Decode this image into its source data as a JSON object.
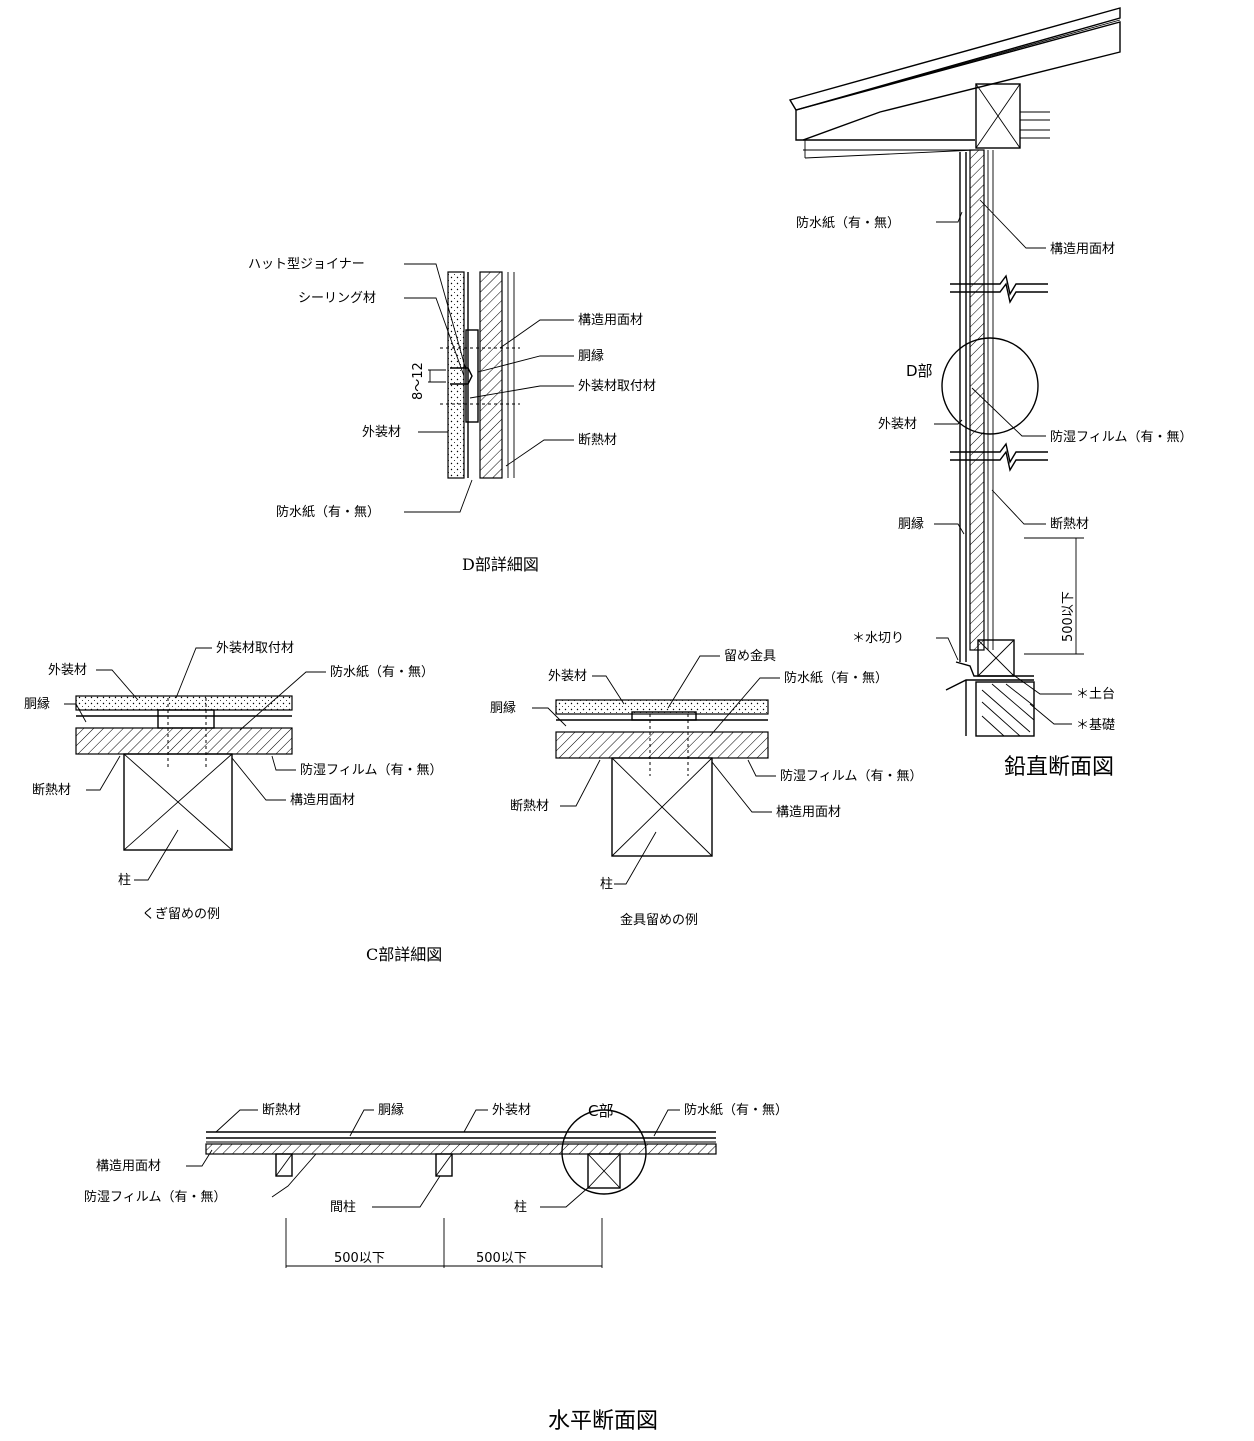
{
  "d_detail": {
    "labels": {
      "hat_joiner": "ハット型ジョイナー",
      "sealing": "シーリング材",
      "structural_panel": "構造用面材",
      "furring": "胴縁",
      "cladding_mount": "外装材取付材",
      "cladding": "外装材",
      "insulation": "断熱材",
      "waterproof_paper": "防水紙（有・無）",
      "gap_dim": "8～12"
    },
    "caption": "D部詳細図"
  },
  "vertical": {
    "labels": {
      "waterproof_paper": "防水紙（有・無）",
      "structural_panel": "構造用面材",
      "section_d": "D部",
      "cladding": "外装材",
      "vapor_film": "防湿フィルム（有・無）",
      "furring": "胴縁",
      "insulation": "断熱材",
      "spacing": "500以下",
      "flashing": "＊水切り",
      "sill": "＊土台",
      "foundation": "＊基礎"
    },
    "caption": "鉛直断面図"
  },
  "c_detail": {
    "nail": {
      "labels": {
        "cladding": "外装材",
        "cladding_mount": "外装材取付材",
        "waterproof_paper": "防水紙（有・無）",
        "furring": "胴縁",
        "vapor_film": "防湿フィルム（有・無）",
        "insulation": "断熱材",
        "structural_panel": "構造用面材",
        "post": "柱"
      },
      "caption": "くぎ留めの例"
    },
    "bracket": {
      "labels": {
        "fastener": "留め金具",
        "cladding": "外装材",
        "waterproof_paper": "防水紙（有・無）",
        "furring": "胴縁",
        "vapor_film": "防湿フィルム（有・無）",
        "insulation": "断熱材",
        "structural_panel": "構造用面材",
        "post": "柱"
      },
      "caption": "金具留めの例"
    },
    "caption": "C部詳細図"
  },
  "horizontal": {
    "labels": {
      "insulation": "断熱材",
      "furring": "胴縁",
      "cladding": "外装材",
      "section_c": "C部",
      "waterproof_paper": "防水紙（有・無）",
      "structural_panel": "構造用面材",
      "vapor_film": "防湿フィルム（有・無）",
      "stud": "間柱",
      "post": "柱",
      "spacing_1": "500以下",
      "spacing_2": "500以下"
    },
    "caption": "水平断面図"
  }
}
